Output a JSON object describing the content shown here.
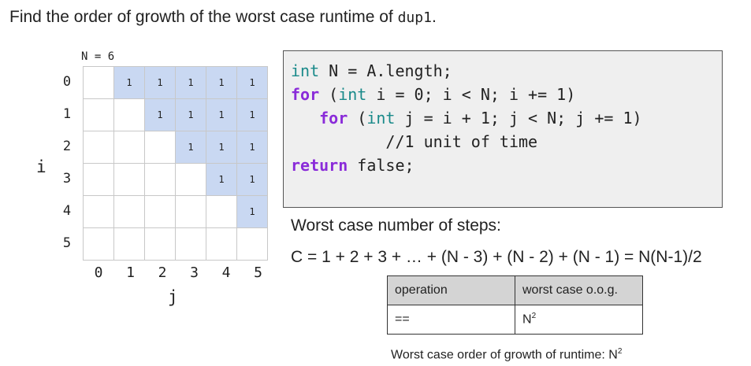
{
  "title": {
    "prefix": "Find the order of growth of the worst case runtime of ",
    "func": "dup1",
    "suffix": "."
  },
  "grid": {
    "n_label": "N = 6",
    "row_labels": [
      "0",
      "1",
      "2",
      "3",
      "4",
      "5"
    ],
    "col_labels": [
      "0",
      "1",
      "2",
      "3",
      "4",
      "5"
    ],
    "row_axis": "i",
    "col_axis": "j",
    "cell_value": "1"
  },
  "code": {
    "lines": [
      [
        [
          "type",
          "int"
        ],
        [
          "plain",
          " N = A.length;"
        ]
      ],
      [
        [
          "ctrl",
          "for"
        ],
        [
          "plain",
          " ("
        ],
        [
          "type",
          "int"
        ],
        [
          "plain",
          " i = 0; i < N; i += 1)"
        ]
      ],
      [
        [
          "plain",
          "   "
        ],
        [
          "ctrl",
          "for"
        ],
        [
          "plain",
          " ("
        ],
        [
          "type",
          "int"
        ],
        [
          "plain",
          " j = i + 1; j < N; j += 1)"
        ]
      ],
      [
        [
          "plain",
          "          //1 unit of time"
        ]
      ],
      [
        [
          "ctrl",
          "return"
        ],
        [
          "plain",
          " false;"
        ]
      ]
    ]
  },
  "worst_case_label": "Worst case number of steps:",
  "formula": "C = 1 + 2 + 3 + … + (N - 3) + (N - 2) + (N - 1) = N(N-1)/2",
  "table": {
    "headers": [
      "operation",
      "worst case o.o.g."
    ],
    "rows": [
      [
        "==",
        "N",
        "2"
      ]
    ]
  },
  "caption": {
    "text": "Worst case order of growth of runtime: N",
    "sup": "2"
  },
  "colors": {
    "cell_fill": "#c9d8f2",
    "code_bg": "#efefef",
    "type_keyword": "#1a8a8a",
    "control_keyword": "#8a2bd9",
    "table_header_bg": "#d4d4d4"
  }
}
